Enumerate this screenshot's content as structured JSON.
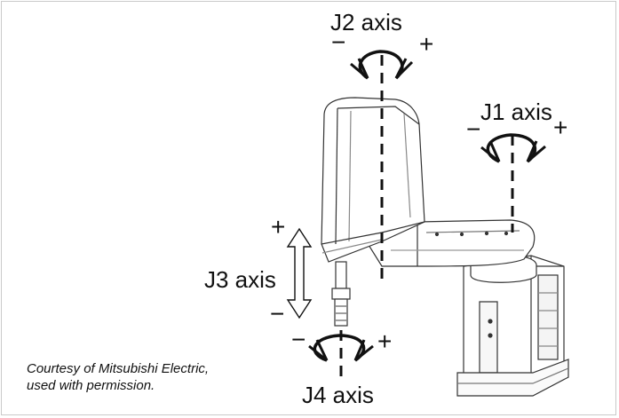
{
  "axes": {
    "j1": {
      "label": "J1 axis",
      "minus": "−",
      "plus": "+"
    },
    "j2": {
      "label": "J2 axis",
      "minus": "−",
      "plus": "+"
    },
    "j3": {
      "label": "J3 axis",
      "minus": "−",
      "plus": "+"
    },
    "j4": {
      "label": "J4 axis",
      "minus": "−",
      "plus": "+"
    }
  },
  "credit": {
    "line1": "Courtesy of Mitsubishi Electric,",
    "line2": "used with permission."
  }
}
